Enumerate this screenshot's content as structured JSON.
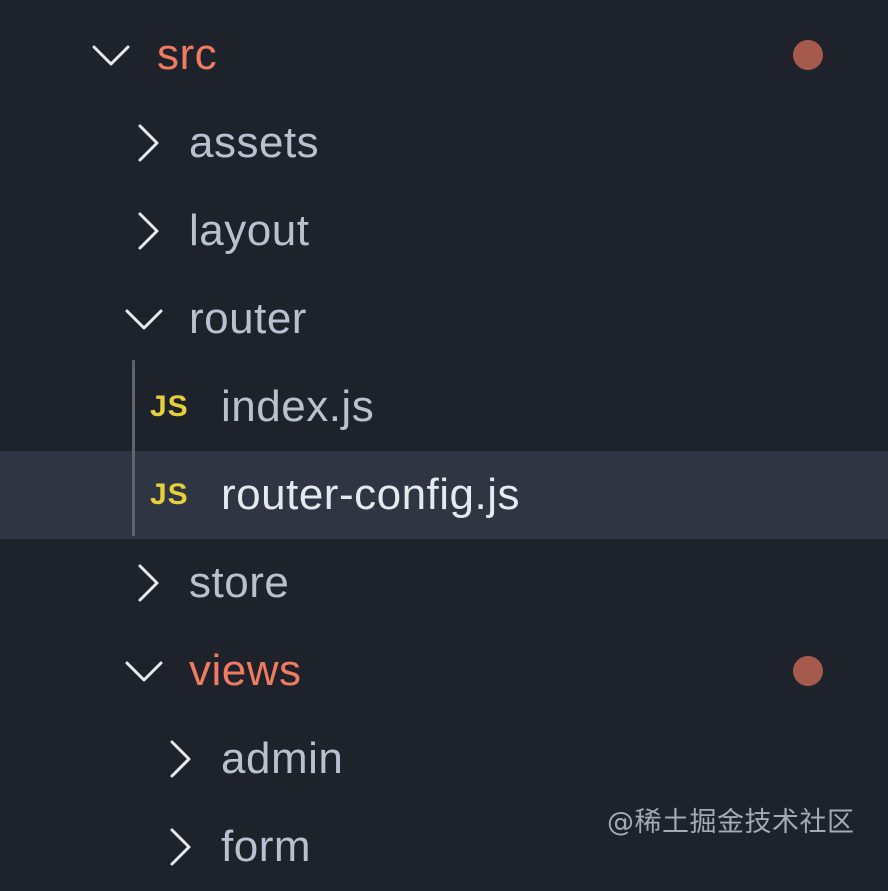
{
  "explorer": {
    "items": [
      {
        "label": "src",
        "type": "folder",
        "expanded": true,
        "depth": 0,
        "modified": true
      },
      {
        "label": "assets",
        "type": "folder",
        "expanded": false,
        "depth": 1
      },
      {
        "label": "layout",
        "type": "folder",
        "expanded": false,
        "depth": 1
      },
      {
        "label": "router",
        "type": "folder",
        "expanded": true,
        "depth": 1
      },
      {
        "label": "index.js",
        "type": "file",
        "icon": "JS",
        "depth": 2
      },
      {
        "label": "router-config.js",
        "type": "file",
        "icon": "JS",
        "depth": 2,
        "selected": true
      },
      {
        "label": "store",
        "type": "folder",
        "expanded": false,
        "depth": 1
      },
      {
        "label": "views",
        "type": "folder",
        "expanded": true,
        "depth": 1,
        "modified": true
      },
      {
        "label": "admin",
        "type": "folder",
        "expanded": false,
        "depth": 2
      },
      {
        "label": "form",
        "type": "folder",
        "expanded": false,
        "depth": 2
      }
    ]
  },
  "colors": {
    "background": "#1e222a",
    "selected_row": "#2f3542",
    "modified_text": "#ef7b61",
    "modified_dot": "#a65a4e",
    "js_icon": "#e5cf3a",
    "text": "#b9c0cf"
  },
  "watermark": "@稀土掘金技术社区"
}
